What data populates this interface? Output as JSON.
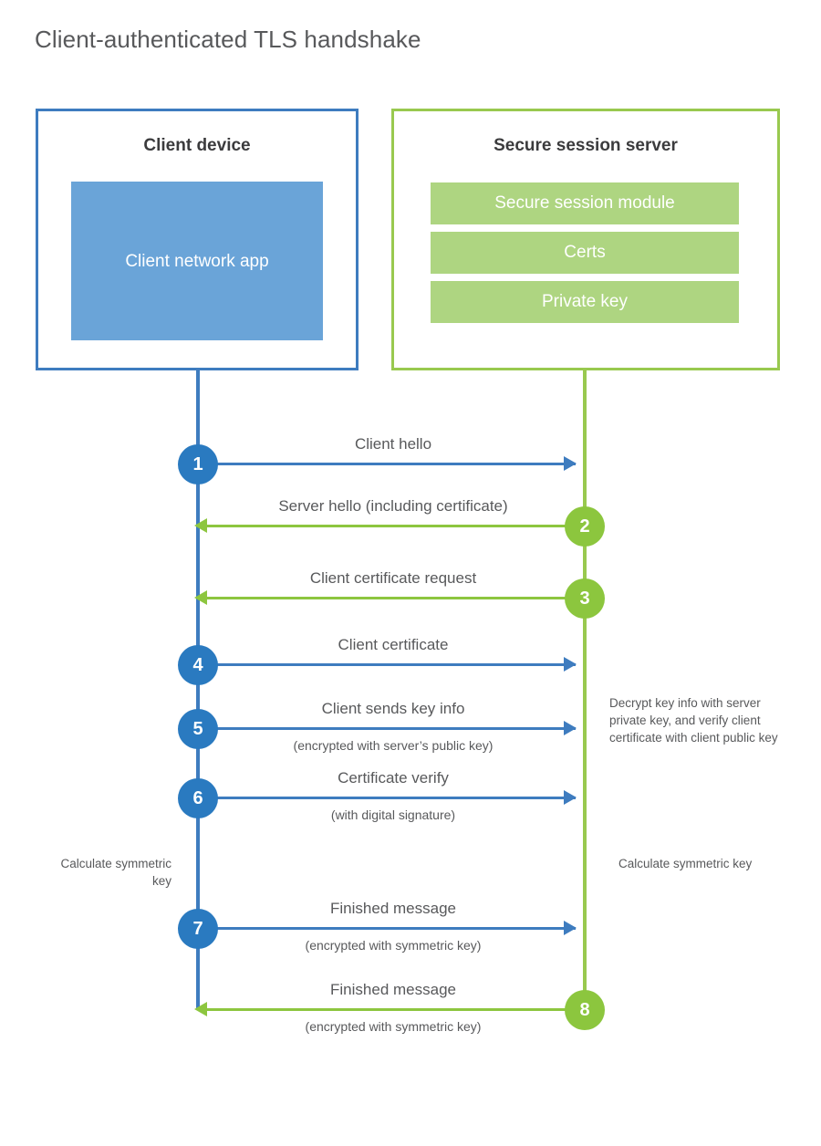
{
  "title": "Client-authenticated TLS handshake",
  "colors": {
    "client_blue": "#3e7cbf",
    "client_badge_blue": "#2a7ac0",
    "client_app_fill": "#6aa4d8",
    "server_green": "#99c94f",
    "server_badge_green": "#8cc63e",
    "server_bar_fill": "#aed581",
    "text_gray": "#58595b",
    "heading_dark": "#3b3b3d",
    "background": "#ffffff"
  },
  "actors": {
    "client": {
      "title": "Client device",
      "app_label": "Client network app"
    },
    "server": {
      "title": "Secure session server",
      "components": [
        "Secure session module",
        "Certs",
        "Private key"
      ]
    }
  },
  "steps": [
    {
      "number": "1",
      "label": "Client hello",
      "sub": "",
      "direction": "client-to-server",
      "origin": "client"
    },
    {
      "number": "2",
      "label": "Server hello (including certificate)",
      "sub": "",
      "direction": "server-to-client",
      "origin": "server"
    },
    {
      "number": "3",
      "label": "Client certificate request",
      "sub": "",
      "direction": "server-to-client",
      "origin": "server"
    },
    {
      "number": "4",
      "label": "Client certificate",
      "sub": "",
      "direction": "client-to-server",
      "origin": "client"
    },
    {
      "number": "5",
      "label": "Client sends key info",
      "sub": "(encrypted with server’s public key)",
      "direction": "client-to-server",
      "origin": "client"
    },
    {
      "number": "6",
      "label": "Certificate verify",
      "sub": "(with digital signature)",
      "direction": "client-to-server",
      "origin": "client"
    },
    {
      "number": "7",
      "label": "Finished message",
      "sub": "(encrypted with symmetric key)",
      "direction": "client-to-server",
      "origin": "client"
    },
    {
      "number": "8",
      "label": "Finished message",
      "sub": "(encrypted with symmetric key)",
      "direction": "server-to-client",
      "origin": "server"
    }
  ],
  "notes": {
    "decrypt": "Decrypt key info with server private key, and verify client certificate with client public key",
    "calculate_client": "Calculate symmetric key",
    "calculate_server": "Calculate symmetric key"
  }
}
